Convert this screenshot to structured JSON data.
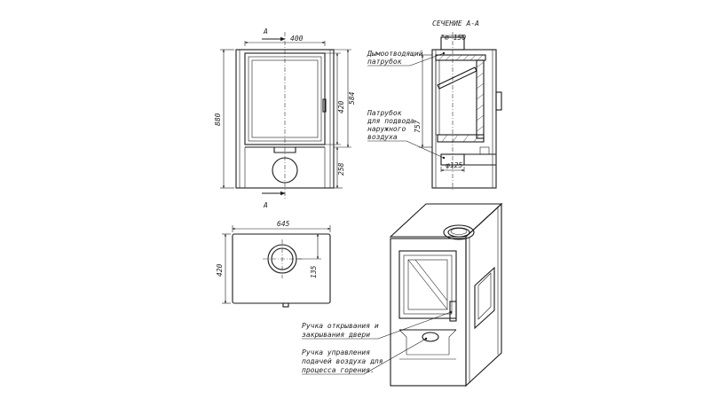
{
  "front_view": {
    "section_mark_top": "A",
    "section_mark_bottom": "A",
    "dim_width": "400",
    "dim_height_total": "880",
    "dim_door_height": "420",
    "dim_glass_height": "584",
    "dim_base_height": "258"
  },
  "section_view": {
    "title": "СЕЧЕНИЕ А-А",
    "dim_flue_diameter": "∅ 150",
    "dim_height": "757",
    "dim_air_diameter": "φ125",
    "callout_flue_line1": "Дымоотводящий",
    "callout_flue_line2": "патрубок",
    "callout_air_line1": "Патрубок",
    "callout_air_line2": "для подвода",
    "callout_air_line3": "наружного",
    "callout_air_line4": "воздуха"
  },
  "top_view": {
    "dim_width": "645",
    "dim_depth": "420",
    "dim_offset": "135"
  },
  "iso_view": {
    "callout_door_line1": "Ручка открывания и",
    "callout_door_line2": "закрывания двери",
    "callout_air_line1": "Ручка управления",
    "callout_air_line2": "подачей воздуха для",
    "callout_air_line3": "процесса горения."
  }
}
